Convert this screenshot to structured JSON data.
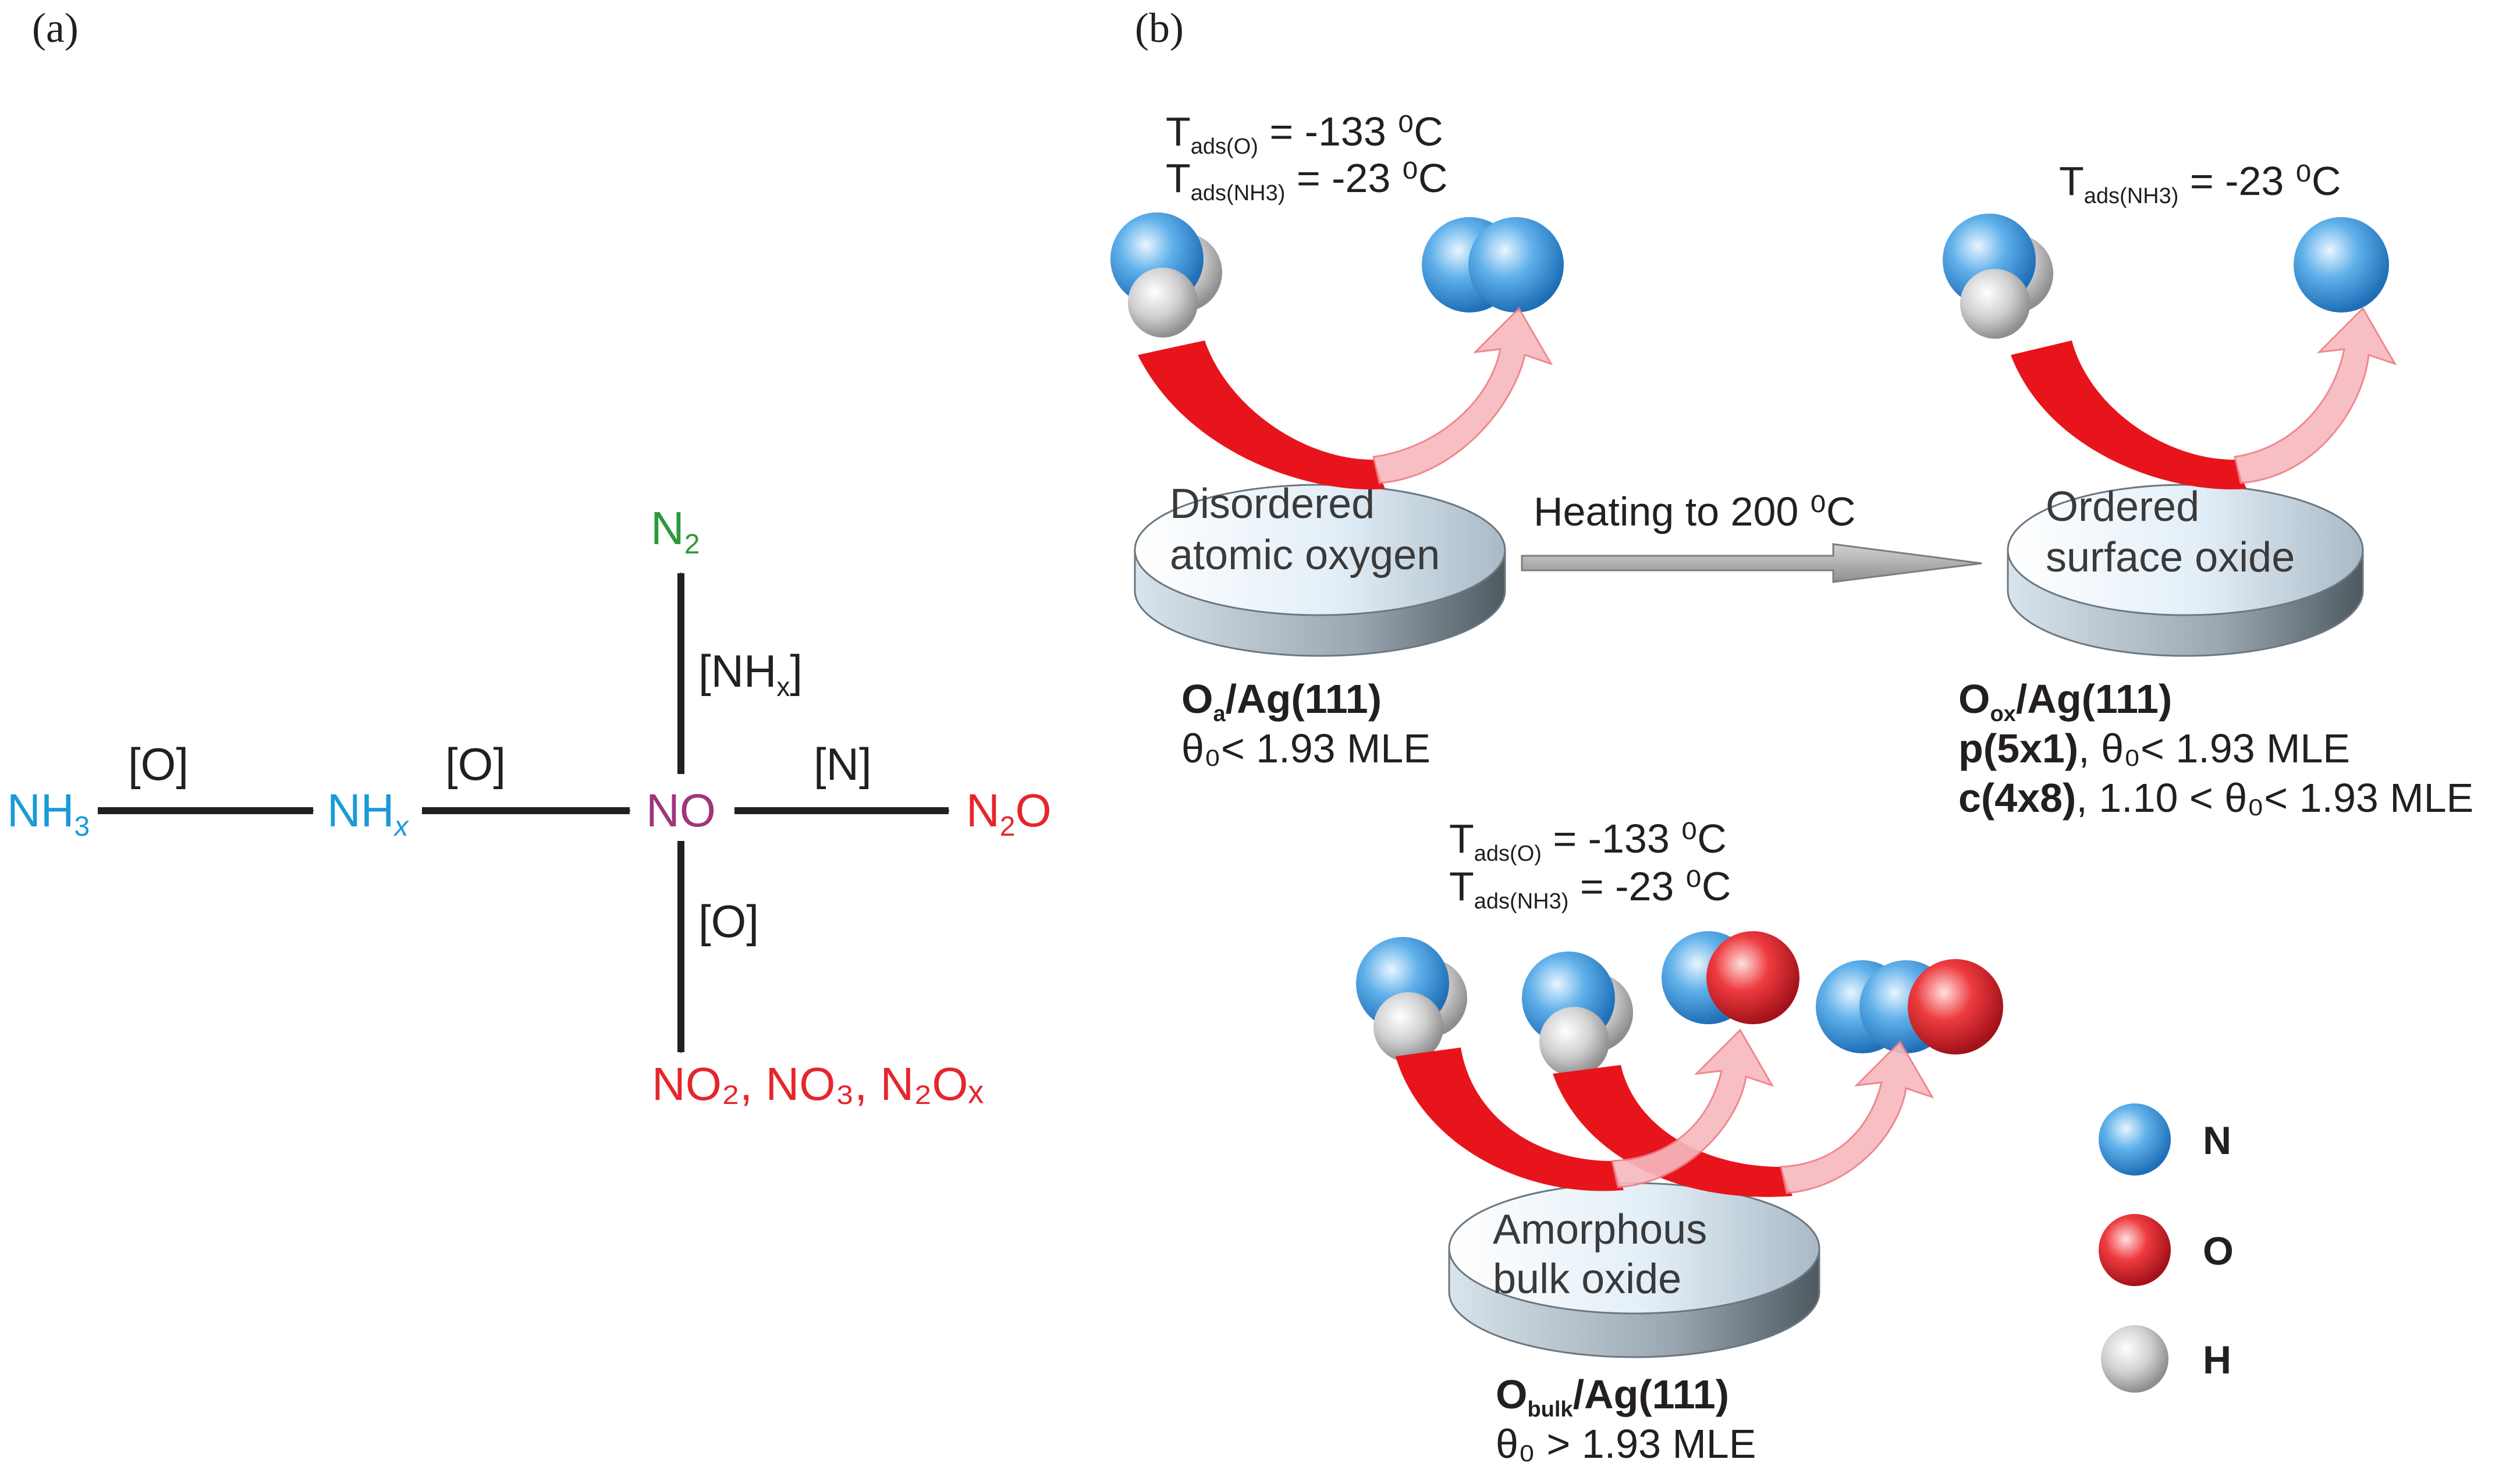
{
  "panel_a": {
    "label": "(a)",
    "species": {
      "nh3": {
        "main": "NH",
        "sub": "3"
      },
      "nhx_left": {
        "main": "NH",
        "sub": "x"
      },
      "no": "NO",
      "n2": {
        "main": "N",
        "sub": "2"
      },
      "n2o": {
        "main": "N",
        "sub": "2",
        "tail": "O"
      },
      "products": "NO₂, NO₃, N₂Oₓ"
    },
    "arrows": {
      "nh3_to_nhx": "[O]",
      "nhx_to_no": "[O]",
      "no_to_n2o": "[N]",
      "no_to_n2": {
        "main": "[NH",
        "sub": "x",
        "tail": "]"
      },
      "no_to_products": "[O]"
    },
    "colors": {
      "ammonia": "#1a9ad6",
      "no": "#a0357a",
      "n2": "#2a9a3a",
      "oxides": "#e5262b",
      "arrow": "#231f20"
    }
  },
  "panel_b": {
    "label": "(b)",
    "disk_oa": {
      "temps": [
        {
          "sub": "ads(O)",
          "value": " = -133 ⁰C"
        },
        {
          "sub": "ads(NH3)",
          "value": " = -23 ⁰C"
        }
      ],
      "label_lines": [
        "Disordered",
        "atomic oxygen"
      ],
      "name": {
        "main": "O",
        "sub": "a",
        "tail": "/Ag(111)"
      },
      "coverage": "θ₀< 1.93 MLE"
    },
    "heating_label": "Heating to 200 ⁰C",
    "disk_ox": {
      "temps": [
        {
          "sub": "ads(NH3)",
          "value": " = -23 ⁰C"
        }
      ],
      "label_lines": [
        "Ordered",
        "surface oxide"
      ],
      "name": {
        "main": "O",
        "sub": "ox",
        "tail": "/Ag(111)"
      },
      "lines": [
        {
          "bold": "p(5x1)",
          "rest": ", θ₀< 1.93 MLE"
        },
        {
          "bold": "c(4x8)",
          "rest": ", 1.10 < θ₀< 1.93 MLE"
        }
      ]
    },
    "disk_bulk": {
      "temps": [
        {
          "sub": "ads(O)",
          "value": " = -133 ⁰C"
        },
        {
          "sub": "ads(NH3)",
          "value": " = -23 ⁰C"
        }
      ],
      "label_lines": [
        "Amorphous",
        "bulk oxide"
      ],
      "name": {
        "main": "O",
        "sub": "bulk",
        "tail": "/Ag(111)"
      },
      "coverage": "θ₀ > 1.93 MLE"
    },
    "legend": [
      {
        "letter": "N",
        "color": "#2f8fd8"
      },
      {
        "letter": "O",
        "color": "#e1232b"
      },
      {
        "letter": "H",
        "color": "#c8c8c8"
      }
    ]
  }
}
